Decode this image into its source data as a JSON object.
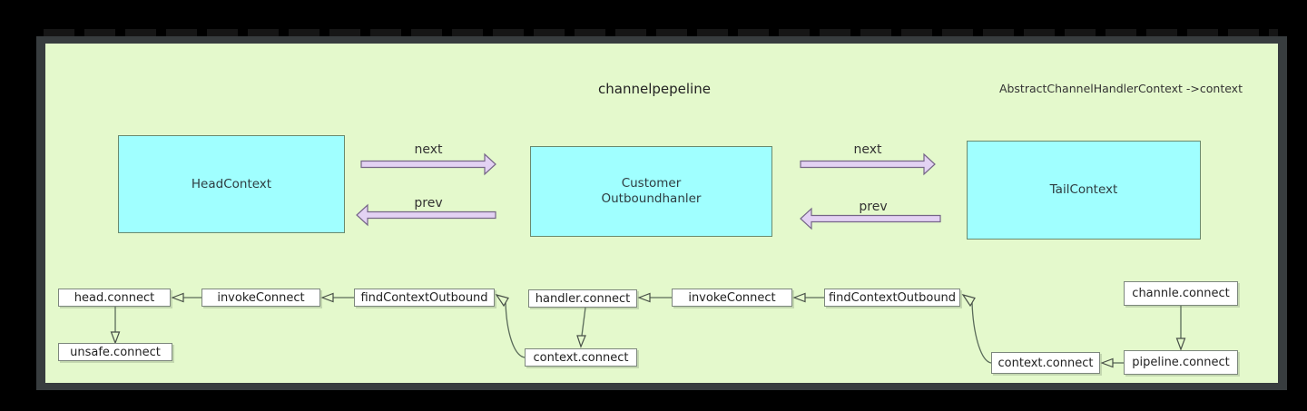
{
  "header": {
    "title": "channelpepeline",
    "annotation": "AbstractChannelHandlerContext ->context"
  },
  "nodes": [
    {
      "id": "head-context",
      "label": "HeadContext"
    },
    {
      "id": "customer-outbound-handler",
      "line1": "Customer",
      "line2": "Outboundhanler"
    },
    {
      "id": "tail-context",
      "label": "TailContext"
    }
  ],
  "flow": {
    "next": "next",
    "prev": "prev"
  },
  "call_boxes": [
    {
      "id": "head-connect",
      "label": "head.connect"
    },
    {
      "id": "invoke-connect-1",
      "label": "invokeConnect"
    },
    {
      "id": "find-context-outbound-1",
      "label": "findContextOutbound"
    },
    {
      "id": "unsafe-connect",
      "label": "unsafe.connect"
    },
    {
      "id": "handler-connect",
      "label": "handler.connect"
    },
    {
      "id": "invoke-connect-2",
      "label": "invokeConnect"
    },
    {
      "id": "find-context-outbound-2",
      "label": "findContextOutbound"
    },
    {
      "id": "context-connect-1",
      "label": "context.connect"
    },
    {
      "id": "channle-connect",
      "label": "channle.connect"
    },
    {
      "id": "pipeline-connect",
      "label": "pipeline.connect"
    },
    {
      "id": "context-connect-2",
      "label": "context.connect"
    }
  ],
  "colors": {
    "page_bg": "#000000",
    "frame_border": "#383d3f",
    "canvas_bg": "#e4f9cc",
    "node_fill": "#a0ffff",
    "node_border": "#6a8a6e",
    "call_box_fill": "#ffffff",
    "call_box_border": "#7d877d",
    "flow_arrow_fill": "#e3d2f3",
    "flow_arrow_border": "#756587",
    "connector": "#5a6b5a",
    "text": "#333333"
  }
}
